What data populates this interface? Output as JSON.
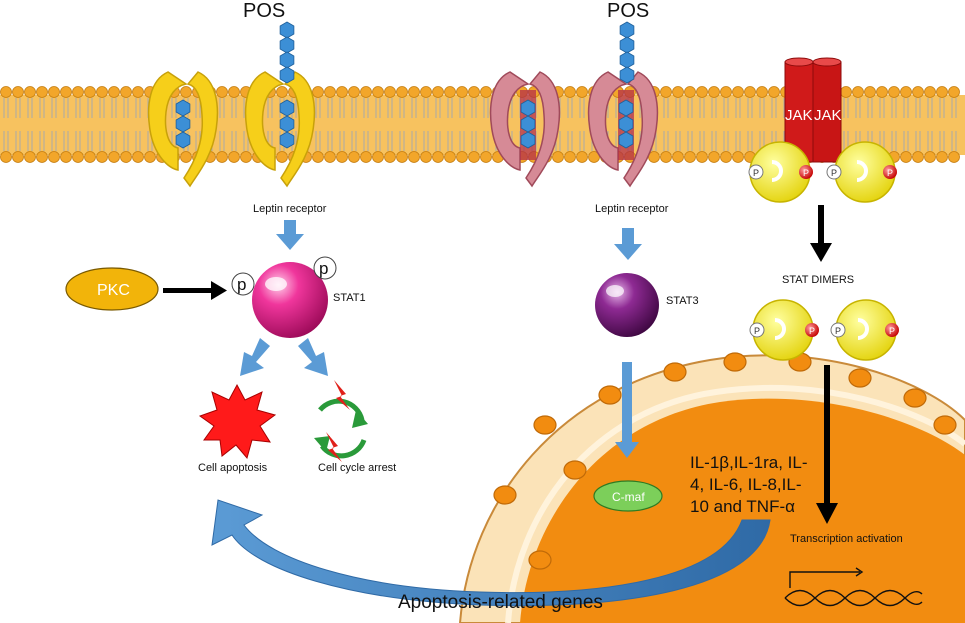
{
  "labels": {
    "pos_left": "POS",
    "pos_right": "POS",
    "leptin_receptor_left": "Leptin receptor",
    "leptin_receptor_right": "Leptin receptor",
    "pkc": "PKC",
    "p1": "p",
    "p2": "p",
    "stat1": "STAT1",
    "stat3": "STAT3",
    "jak1": "JAK",
    "jak2": "JAK",
    "p_letter": "P",
    "stat_dimers": "STAT DIMERS",
    "cell_apoptosis": "Cell apoptosis",
    "cell_cycle_arrest": "Cell cycle arrest",
    "cmaf": "C-maf",
    "cytokines": "IL-1β,IL-1ra, IL-\n4, IL-6, IL-8,IL-\n10 and TNF-α",
    "transcription_activation": "Transcription activation",
    "apoptosis_related_genes": "Apoptosis-related genes"
  },
  "colors": {
    "membrane": "#f7c25f",
    "head": "#f2a62a",
    "receptor_yellow": "#f6cf1a",
    "receptor_pink": "#d68a96",
    "pos_hex": "#3c8fd6",
    "arrow_blue": "#5b9bd5",
    "stat1": "#e8198a",
    "stat3": "#7a1a7e",
    "jak": "#d01a1a",
    "nucleus": "#f28c10",
    "envelope": "#fbe3b8",
    "pkc": "#f2b40a",
    "cmaf": "#7ccf5a"
  }
}
